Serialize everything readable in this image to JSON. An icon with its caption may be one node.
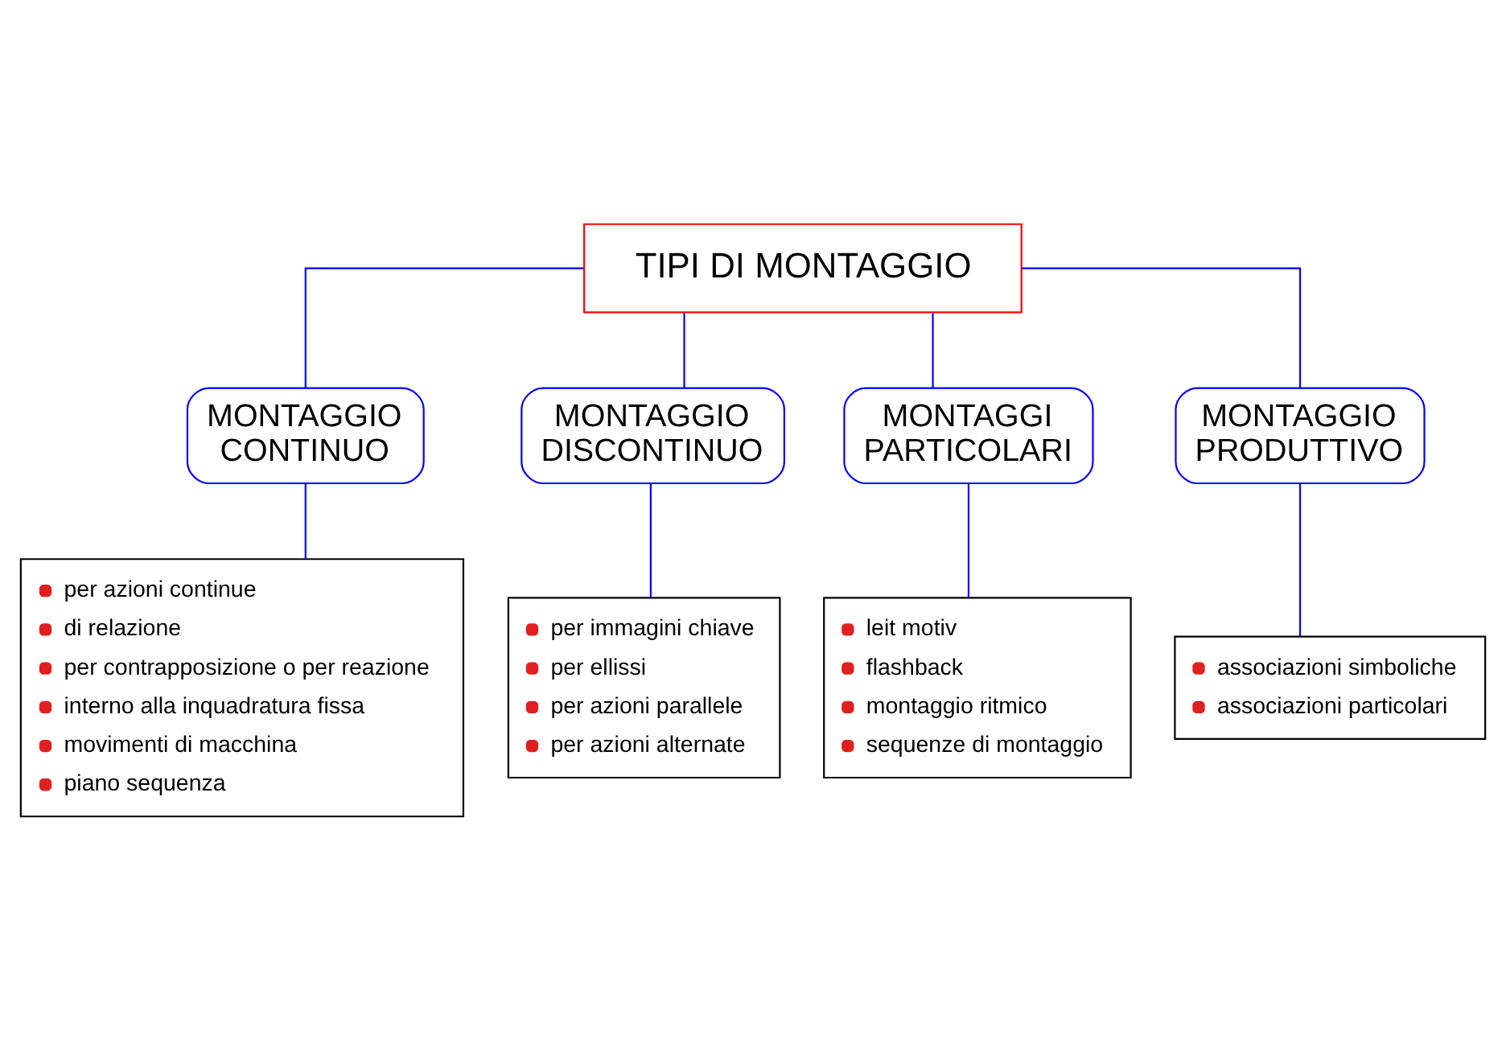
{
  "diagram": {
    "nodes": [
      {
        "text": [
          "TIPI DI MONTAGGIO"
        ]
      },
      {
        "text": [
          "MONTAGGIO CONTINUO"
        ]
      },
      {
        "text": [
          "MONTAGGIO DISCONTINUO"
        ]
      },
      {
        "text": [
          "MONTAGGI PARTICOLARI"
        ]
      },
      {
        "text": [
          "MONTAGGIO PRODUTTIVO"
        ]
      },
      {
        "text": [
          "per azioni continue",
          "di relazione",
          "per contrapposizione o per reazione",
          "interno alla inquadratura fissa",
          "movimenti di macchina",
          "piano sequenza"
        ]
      },
      {
        "text": [
          "per immagini chiave",
          "per ellissi",
          "per azioni parallele",
          "per azioni alternate"
        ]
      },
      {
        "text": [
          "leit motiv",
          "flashback",
          "montaggio ritmico",
          "sequenze di montaggio"
        ]
      },
      {
        "text": [
          "associazioni simboliche",
          "associazioni particolari"
        ]
      }
    ],
    "edges": [
      {
        "from": 0,
        "to": 1,
        "arrow": "none"
      },
      {
        "from": 0,
        "to": 2,
        "arrow": "none"
      },
      {
        "from": 0,
        "to": 3,
        "arrow": "none"
      },
      {
        "from": 0,
        "to": 4,
        "arrow": "none"
      },
      {
        "from": 1,
        "to": 5,
        "arrow": "none"
      },
      {
        "from": 2,
        "to": 6,
        "arrow": "none"
      },
      {
        "from": 3,
        "to": 7,
        "arrow": "none"
      },
      {
        "from": 4,
        "to": 8,
        "arrow": "none"
      }
    ]
  }
}
